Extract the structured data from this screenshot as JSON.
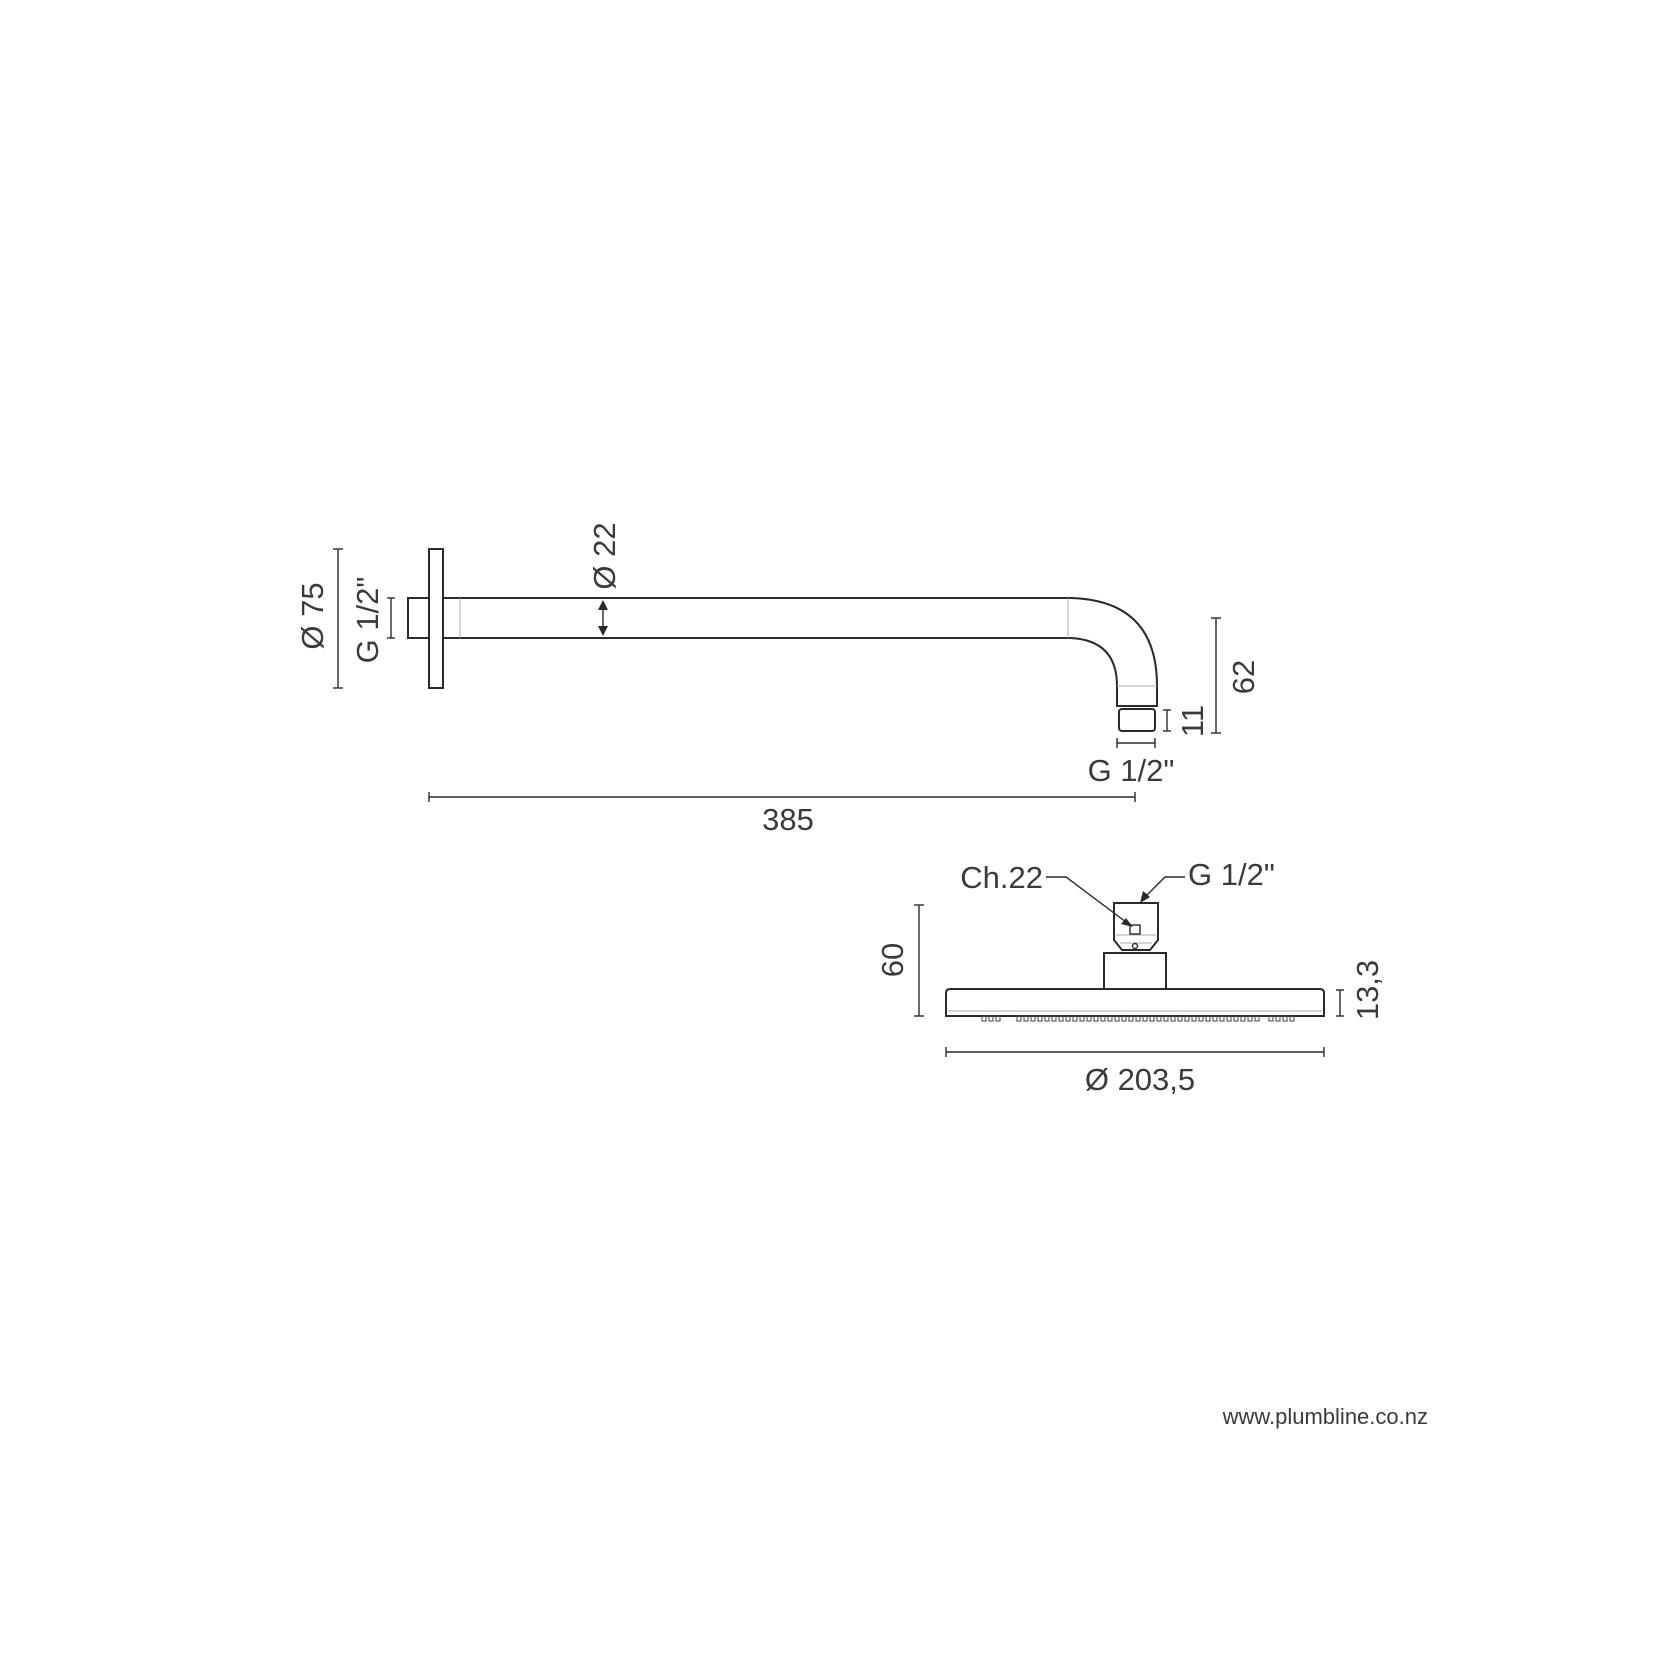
{
  "arm": {
    "flange_diameter": "Ø 75",
    "inlet_thread": "G 1/2\"",
    "pipe_diameter": "Ø 22",
    "drop_height": "62",
    "outlet_length": "11",
    "outlet_thread": "G 1/2\"",
    "projection": "385"
  },
  "shower_head": {
    "wrench_size": "Ch.22",
    "thread": "G 1/2\"",
    "height": "60",
    "plate_thickness": "13,3",
    "diameter": "Ø 203,5"
  },
  "footer": {
    "website": "www.plumbline.co.nz"
  }
}
